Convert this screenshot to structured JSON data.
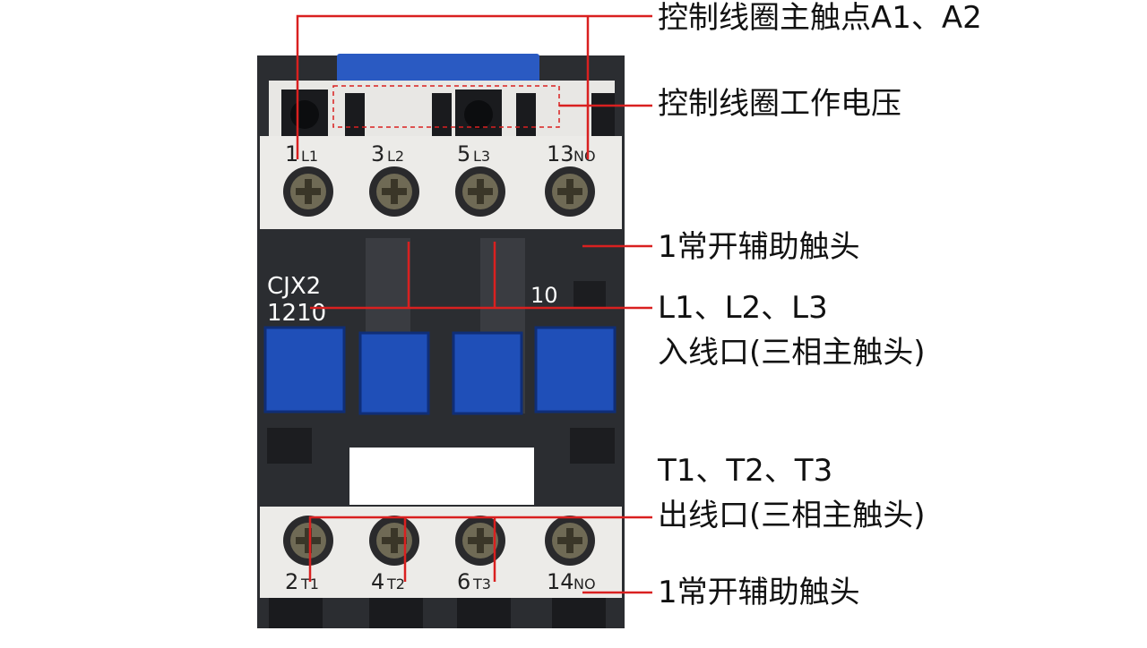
{
  "device": {
    "model_line1": "CJX2",
    "model_line2": "1210",
    "aux_label": "10",
    "top_terminals": [
      {
        "num": "1",
        "sub": "L1"
      },
      {
        "num": "3",
        "sub": "L2"
      },
      {
        "num": "5",
        "sub": "L3"
      },
      {
        "num": "13",
        "sub": "NO"
      }
    ],
    "bottom_terminals": [
      {
        "num": "2",
        "sub": "T1"
      },
      {
        "num": "4",
        "sub": "T2"
      },
      {
        "num": "6",
        "sub": "T3"
      },
      {
        "num": "14",
        "sub": "NO"
      }
    ]
  },
  "callouts": {
    "coil_contacts": "控制线圈主触点A1、A2",
    "coil_voltage": "控制线圈工作电压",
    "aux_top": "1常开辅助触头",
    "input_line1": "L1、L2、L3",
    "input_line2": "入线口(三相主触头)",
    "output_line1": "T1、T2、T3",
    "output_line2": "出线口(三相主触头)",
    "aux_bottom": "1常开辅助触头"
  },
  "colors": {
    "leader": "#d92020",
    "housing": "#2b2d31",
    "terminal_block": "#ecebe8",
    "blue_button": "#1f4fb8"
  }
}
